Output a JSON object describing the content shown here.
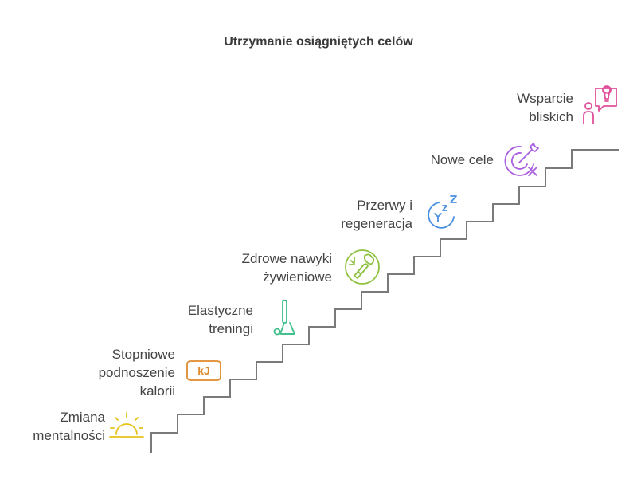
{
  "title": "Utrzymanie osiągniętych celów",
  "steps": [
    {
      "label_lines": [
        "Zmiana",
        "mentalności"
      ],
      "icon": "sunrise-icon",
      "color": "#e5c21a"
    },
    {
      "label_lines": [
        "Stopniowe",
        "podnoszenie",
        "kalorii"
      ],
      "icon": "kj-energy-icon",
      "icon_text": "kJ",
      "color": "#e08a2c"
    },
    {
      "label_lines": [
        "Elastyczne",
        "treningi"
      ],
      "icon": "stretch-band-icon",
      "color": "#3dbf8a"
    },
    {
      "label_lines": [
        "Zdrowe nawyki",
        "żywieniowe"
      ],
      "icon": "healthy-food-icon",
      "color": "#8dc13f"
    },
    {
      "label_lines": [
        "Przerwy i",
        "regeneracja"
      ],
      "icon": "sleep-icon",
      "icon_text": "z z",
      "color": "#4a8fe0"
    },
    {
      "label_lines": [
        "Nowe cele"
      ],
      "icon": "target-icon",
      "color": "#a95fe0"
    },
    {
      "label_lines": [
        "Wsparcie",
        "bliskich"
      ],
      "icon": "support-idea-icon",
      "color": "#e0509a"
    }
  ],
  "colors": {
    "stairs": "#7a7a7a"
  }
}
